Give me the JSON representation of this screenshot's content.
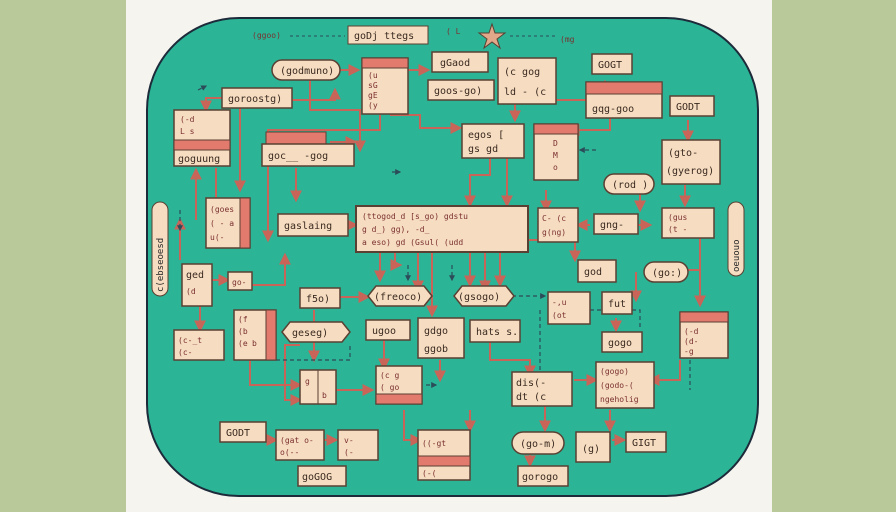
{
  "colors": {
    "outer_bg": "#b9c99a",
    "paper": "#f6f4ef",
    "board": "#2bb596",
    "board_stroke": "#1c2a3a",
    "node_fill": "#f6dcc0",
    "node_stroke": "#5a4032",
    "header_fill": "#e27a6d",
    "arrow": "#c96459",
    "dashed": "#2c4c5a"
  },
  "top_labels": {
    "left": "(ggoo)",
    "center": "goDj ttegs",
    "mid": "( L",
    "right": "(mg"
  },
  "side_labels": {
    "left": "c(ebseoesd",
    "right": "oeuouo"
  },
  "nodes": {
    "godmuno": "(godmuno)",
    "top_stack": [
      "(u",
      "sG",
      "gE",
      "(y"
    ],
    "ggoog": "gGaod",
    "gods_go": "goos-go)",
    "ceq_box": [
      "(c gog",
      "ld - (c"
    ],
    "googd": "GOGT",
    "gooostg": "goroostg)",
    "ggoo_stack": [
      "gqg-goo"
    ],
    "godt_right": "GODT",
    "left_card": [
      "(-d",
      "L s"
    ],
    "left_card_footer": "goguung",
    "goc_bar": "goc__ -gog",
    "center_top": [
      "egos [",
      "gs gd"
    ],
    "vertical_note": [
      "D",
      "M",
      "o"
    ],
    "tall_right": [
      "(gto-",
      "(gyerog)"
    ],
    "rod": "(rod )",
    "mini_left": [
      "(goes",
      "( - a",
      "u(-"
    ],
    "gasleing": "gaslaing",
    "main_box": [
      "(ttogod_d [s_go) gdstu",
      "g d_) gg), -d_",
      "a eso) gd (Gsul( (udd"
    ],
    "cpe": [
      "C- (c",
      "g(ng)"
    ],
    "gng": "gng-",
    "mini_right": [
      "(gus",
      "(t -"
    ],
    "ged": [
      "ged",
      "(d"
    ],
    "go_small": "go-",
    "f50": "f5o)",
    "freoco": "(freoco)",
    "gsogo": "(gsogo)",
    "gods": "god",
    "gol": "(go:)",
    "box_mid_left": [
      "(f",
      "(b",
      "(e",
      "b"
    ],
    "gesed": "geseg)",
    "ugoo": "ugoo",
    "gdgo": [
      "gdgo",
      "ggob"
    ],
    "hats": "hats s.",
    "fut": "fut",
    "fut_stack": [
      "-,u",
      "(ot"
    ],
    "gogo": "gogo",
    "right_small": [
      "(-d",
      "(d-",
      "-g"
    ],
    "c_left": [
      "(c-_t",
      "(c-"
    ],
    "small_grid": [
      "g",
      "b"
    ],
    "go_mid": [
      "(c g",
      "( go"
    ],
    "dis": [
      "dis(-",
      "dt (c"
    ],
    "gogo_wide": [
      "(gogo)",
      "(godo-(",
      "ngeholig"
    ],
    "godt_bottom_left": "GODT",
    "gato": [
      "(gat o-",
      "o(--"
    ],
    "v": [
      "v-",
      "(-"
    ],
    "g_tall": [
      "((-gt",
      "(-("
    ],
    "go_m": "(go-m)",
    "gu": "(g)",
    "gigt": "GIGT",
    "gogo_bottom": "goGOG",
    "gorogo": "gorogo"
  }
}
